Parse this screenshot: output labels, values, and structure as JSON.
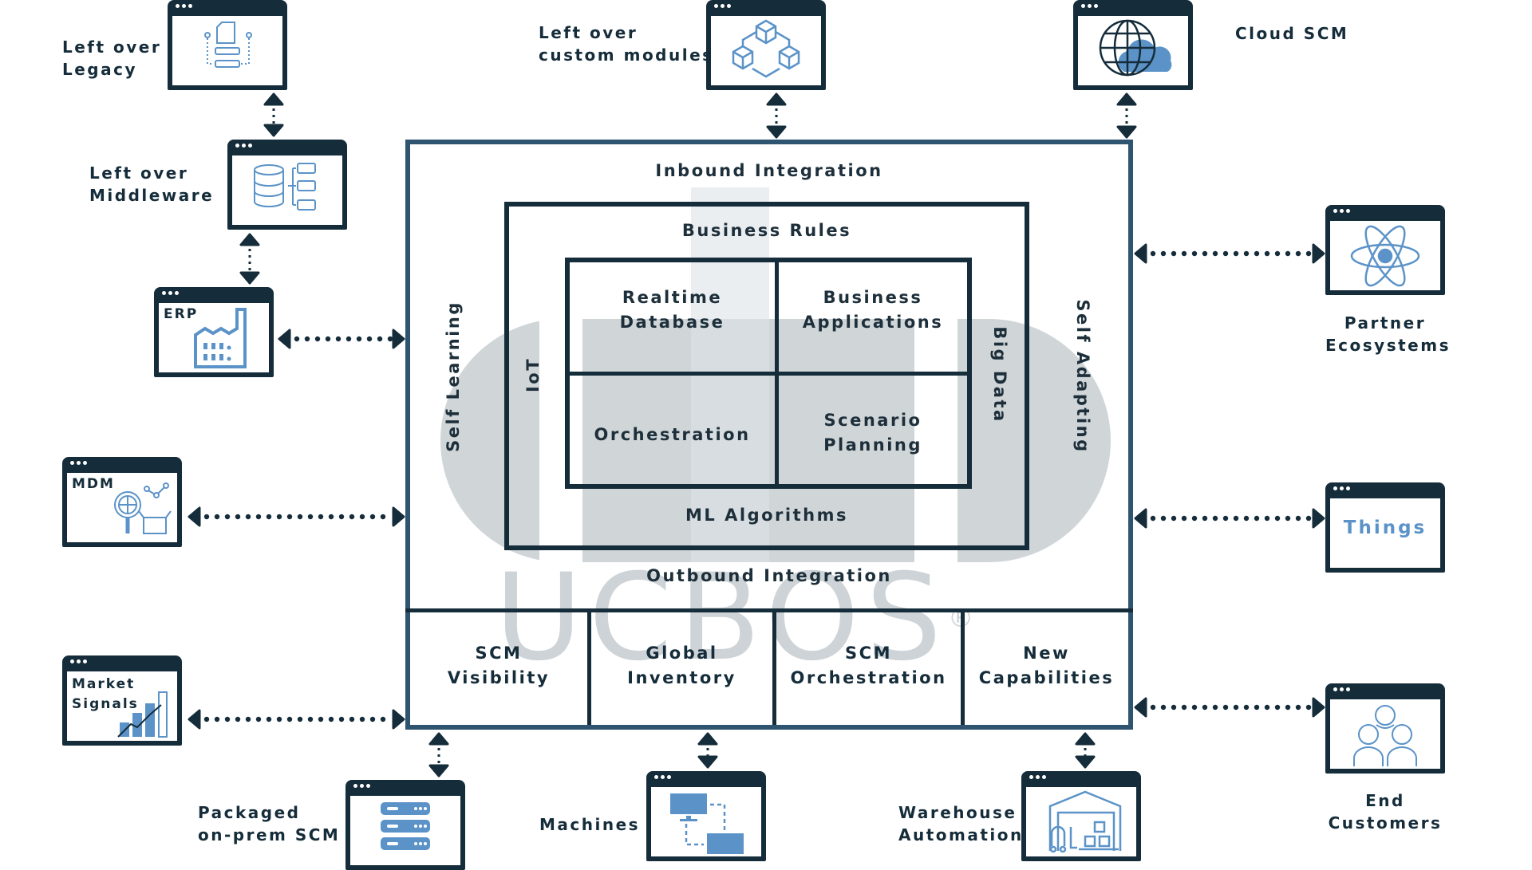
{
  "watermark": {
    "text": "UCBOS",
    "mark": "®"
  },
  "core": {
    "outer_top": "Inbound Integration",
    "outer_bottom": "Outbound Integration",
    "outer_left": "Self Learning",
    "outer_right": "Self Adapting",
    "middle_top": "Business Rules",
    "middle_bottom": "ML Algorithms",
    "middle_left": "IoT",
    "middle_right": "Big Data",
    "quadrants": [
      {
        "label": "Realtime\nDatabase"
      },
      {
        "label": "Business\nApplications"
      },
      {
        "label": "Orchestration"
      },
      {
        "label": "Scenario\nPlanning"
      }
    ],
    "capabilities": [
      {
        "label": "SCM\nVisibility"
      },
      {
        "label": "Global\nInventory"
      },
      {
        "label": "SCM\nOrchestration"
      },
      {
        "label": "New\nCapabilities"
      }
    ]
  },
  "systems": {
    "legacy": {
      "label": "Left over\nLegacy",
      "icon": "document-flow-icon"
    },
    "middleware": {
      "label": "Left over\nMiddleware",
      "icon": "database-icon"
    },
    "erp": {
      "label": "ERP",
      "icon": "factory-icon"
    },
    "mdm": {
      "label": "MDM",
      "icon": "globe-search-icon"
    },
    "market_signals": {
      "label": "Market\nSignals",
      "icon": "bar-chart-icon"
    },
    "custom_modules": {
      "label": "Left over\ncustom modules",
      "icon": "cubes-icon"
    },
    "cloud_scm": {
      "label": "Cloud SCM",
      "icon": "globe-cloud-icon"
    },
    "partner": {
      "label": "Partner\nEcosystems",
      "icon": "atom-icon"
    },
    "things": {
      "label": "Things"
    },
    "end_customers": {
      "label": "End\nCustomers",
      "icon": "people-icon"
    },
    "packaged": {
      "label": "Packaged\non-prem SCM",
      "icon": "server-icon"
    },
    "machines": {
      "label": "Machines",
      "icon": "monitors-icon"
    },
    "warehouse": {
      "label": "Warehouse\nAutomation",
      "icon": "warehouse-icon"
    }
  },
  "colors": {
    "dark": "#152c3a",
    "frame": "#2f5470",
    "icon_blue": "#5b93c8",
    "watermark": "#cdd3d6"
  }
}
